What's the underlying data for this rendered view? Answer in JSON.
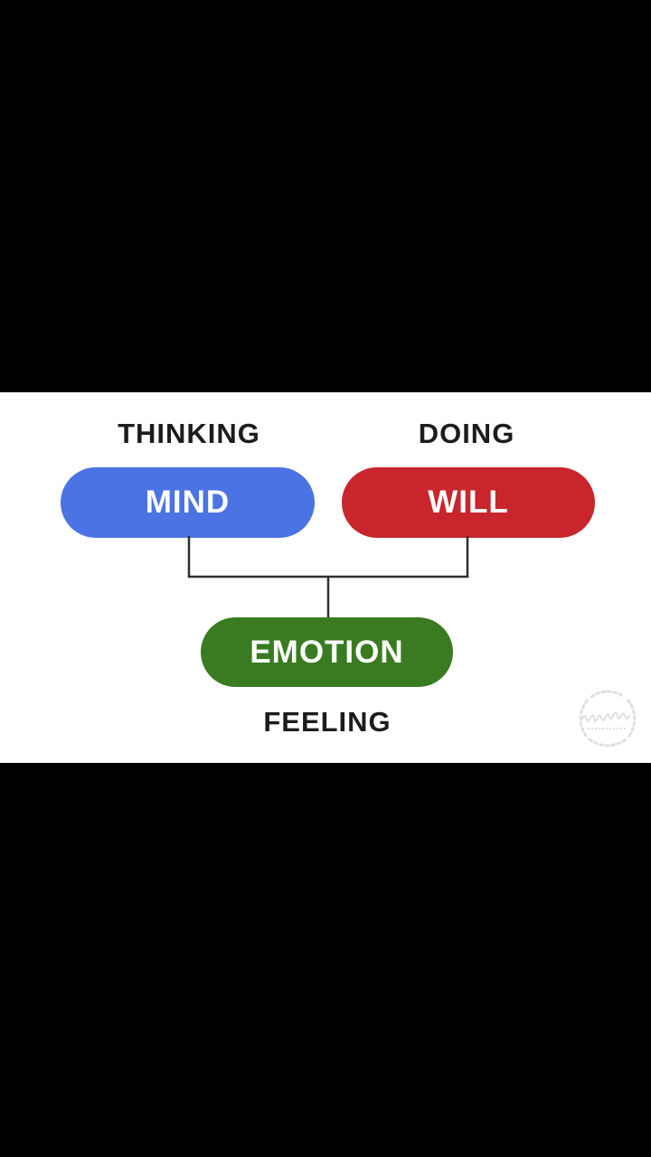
{
  "frame": {
    "background_color": "#000000",
    "panel_background_color": "#ffffff"
  },
  "diagram": {
    "title": "",
    "line_color": "#2f2f2f",
    "label_color": "#1c1c1c",
    "nodes": [
      {
        "id": "mind",
        "label": "MIND",
        "category_label": "THINKING",
        "color": "#4b73e3",
        "text_color": "#ffffff"
      },
      {
        "id": "will",
        "label": "WILL",
        "category_label": "DOING",
        "color": "#c8252c",
        "text_color": "#ffffff"
      },
      {
        "id": "emotion",
        "label": "EMOTION",
        "category_label": "FEELING",
        "color": "#3a7b22",
        "text_color": "#ffffff"
      }
    ],
    "edges": [
      {
        "from": "mind",
        "to": "emotion"
      },
      {
        "from": "will",
        "to": "emotion"
      }
    ]
  },
  "watermark": {
    "icon": "laurel-wreath-logo",
    "color": "#c6c6c6"
  }
}
